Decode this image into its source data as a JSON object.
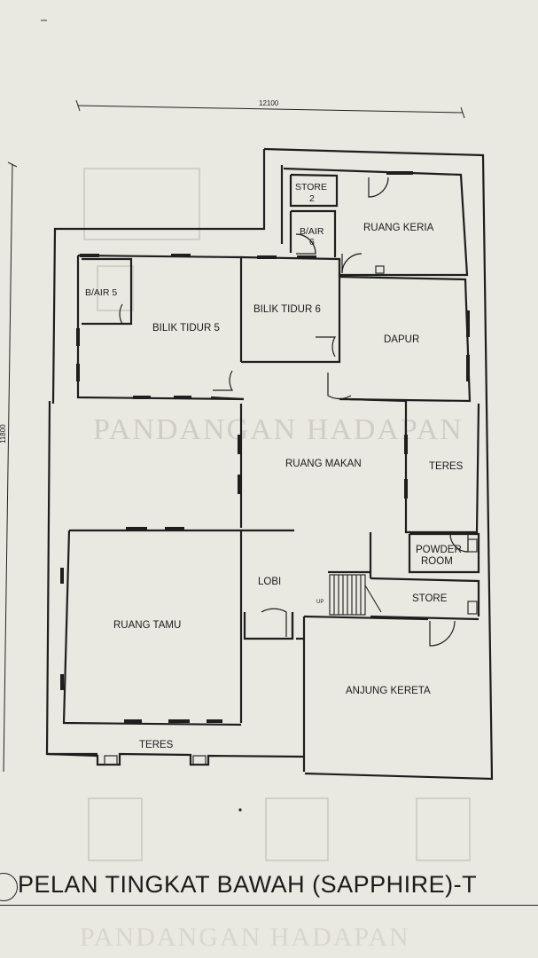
{
  "dimensions": {
    "width_label": "12100",
    "depth_label": "11800"
  },
  "rooms": {
    "store2": "STORE",
    "store2_num": "2",
    "bair6": "B/AIR",
    "bair6_num": "6",
    "ruang_keria": "RUANG KERIA",
    "bair5": "B/AIR 5",
    "bilik_tidur_5": "BILIK TIDUR 5",
    "bilik_tidur_6": "BILIK TIDUR 6",
    "dapur": "DAPUR",
    "ruang_makan": "RUANG MAKAN",
    "teres_right": "TERES",
    "powder": "POWDER",
    "powder_room": "ROOM",
    "lobi": "LOBI",
    "up": "UP",
    "store": "STORE",
    "ruang_tamu": "RUANG TAMU",
    "anjung_kereta": "ANJUNG KERETA",
    "teres_bottom": "TERES"
  },
  "caption": "PELAN TINGKAT BAWAH (SAPPHIRE)-T",
  "ghost_text": "PANDANGAN HADAPAN"
}
